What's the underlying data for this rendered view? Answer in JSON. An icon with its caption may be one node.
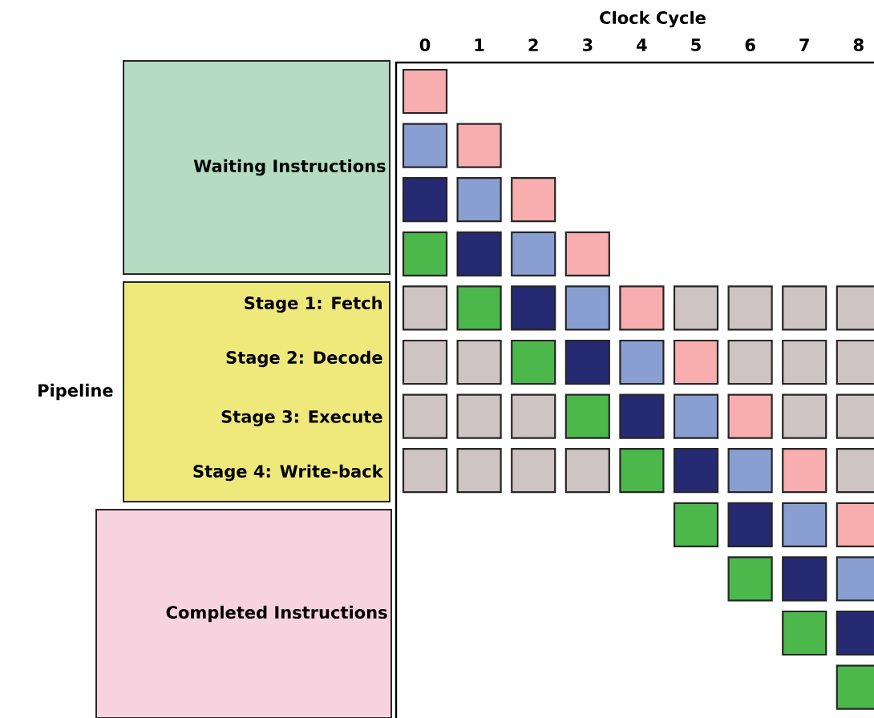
{
  "diagram": {
    "nodes": [
      {
        "text": [
          "Waiting Instructions"
        ]
      },
      {
        "text": [
          "Stage 1: Fetch",
          "Stage 2: Decode",
          "Stage 3: Execute",
          "Stage 4: Write-back"
        ],
        "beside": [
          "Pipeline"
        ]
      },
      {
        "text": [
          "Completed Instructions"
        ]
      }
    ],
    "labels": [
      "Clock Cycle",
      "0",
      "1",
      "2",
      "3",
      "4",
      "5",
      "6",
      "7",
      "8"
    ]
  }
}
